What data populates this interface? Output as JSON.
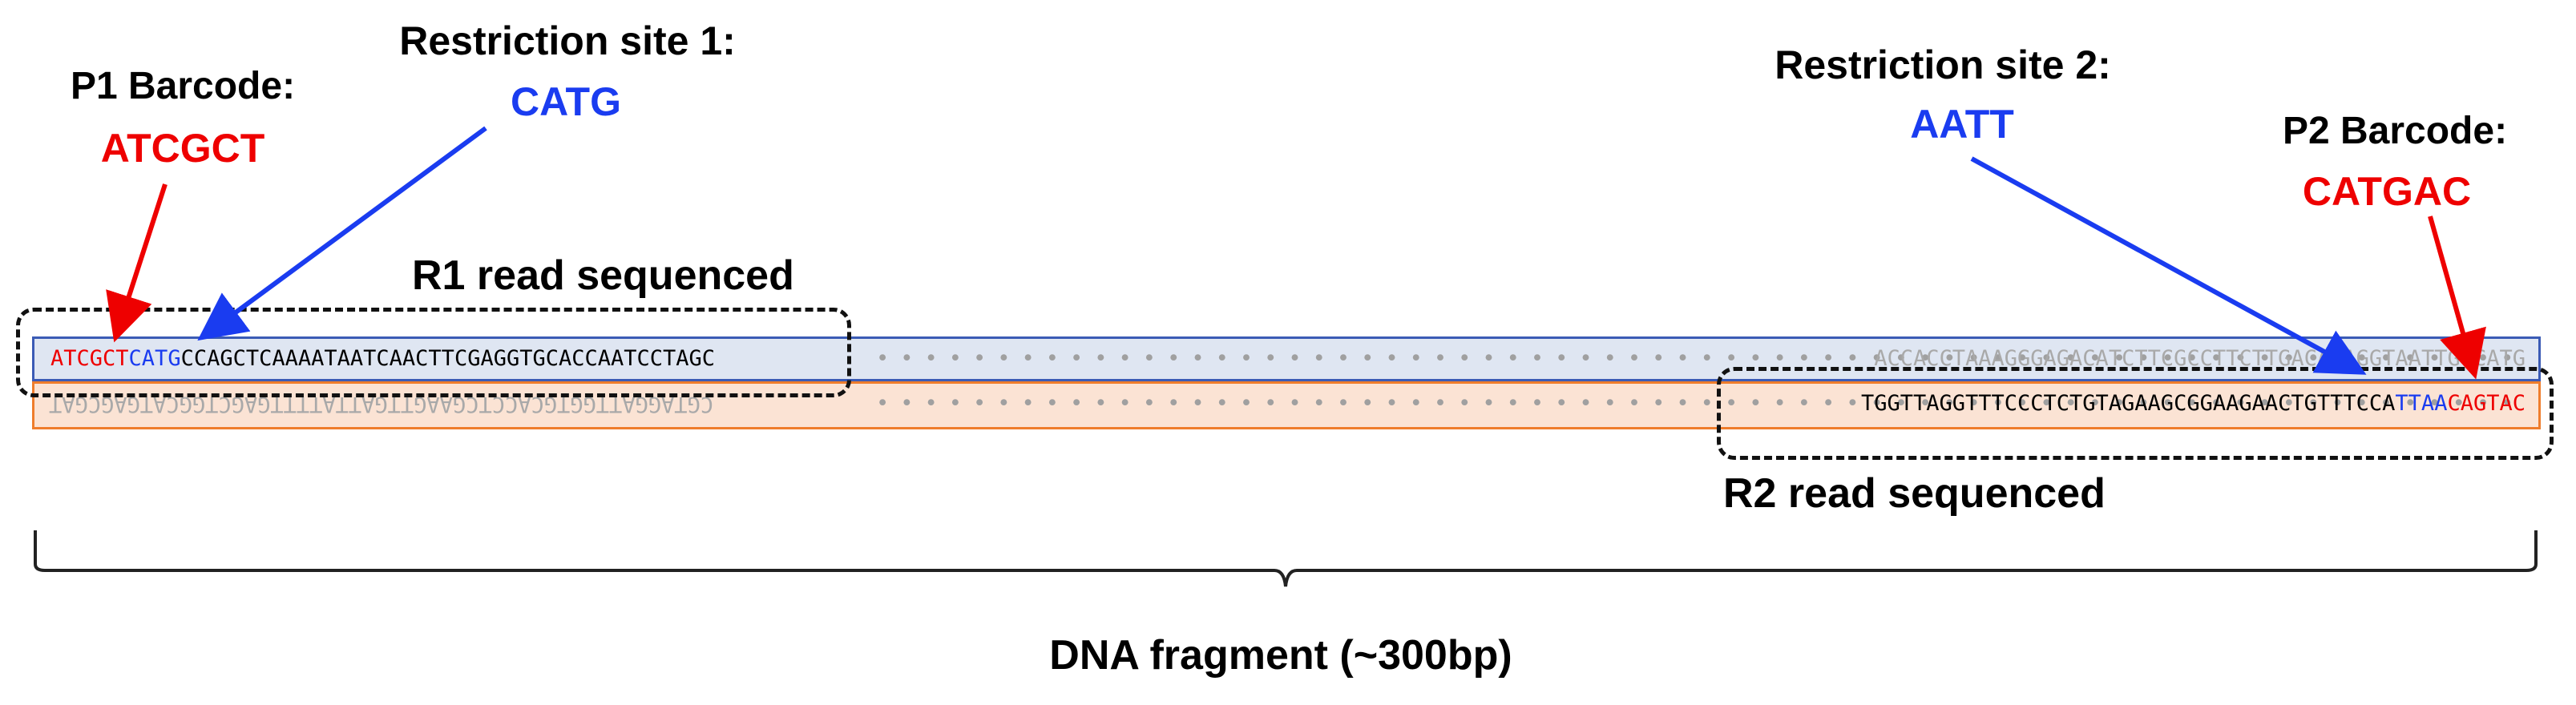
{
  "labels": {
    "p1_title": "P1 Barcode:",
    "p1_seq": "ATCGCT",
    "rs1_title": "Restriction site 1:",
    "rs1_seq": "CATG",
    "rs2_title": "Restriction site 2:",
    "rs2_seq": "AATT",
    "p2_title": "P2 Barcode:",
    "p2_seq": "CATGAC",
    "r1": "R1 read sequenced",
    "r2": "R2 read sequenced",
    "fragment": "DNA fragment (~300bp)"
  },
  "top_strand": {
    "barcode": "ATCGCT",
    "site": "CATG",
    "read": "CCAGCTCAAAATAATCAACTTCGAGGTGCACCAATCCTAGC",
    "tail": "ACCACCTAAAGGGAGACATCTTCGCCTTCTTGACAAAGGTAATTGTCATG"
  },
  "bottom_strand": {
    "left_mirrored": "CGTAGGATTGGTGCACCTCGAAGTTGATTATTTTGAGCTGGCATGAGCGAT",
    "read": "TGGTTAGGTTTCCCTCTGTAGAAGCGGAAGAACTGTTTCCA",
    "site": "TTAA",
    "barcode": "CAGTAC"
  },
  "colors": {
    "barcode": "#ee0000",
    "site": "#1a3cf0",
    "top_strand_fill": "#dfe6f2",
    "bottom_strand_fill": "#fbe3d4"
  }
}
